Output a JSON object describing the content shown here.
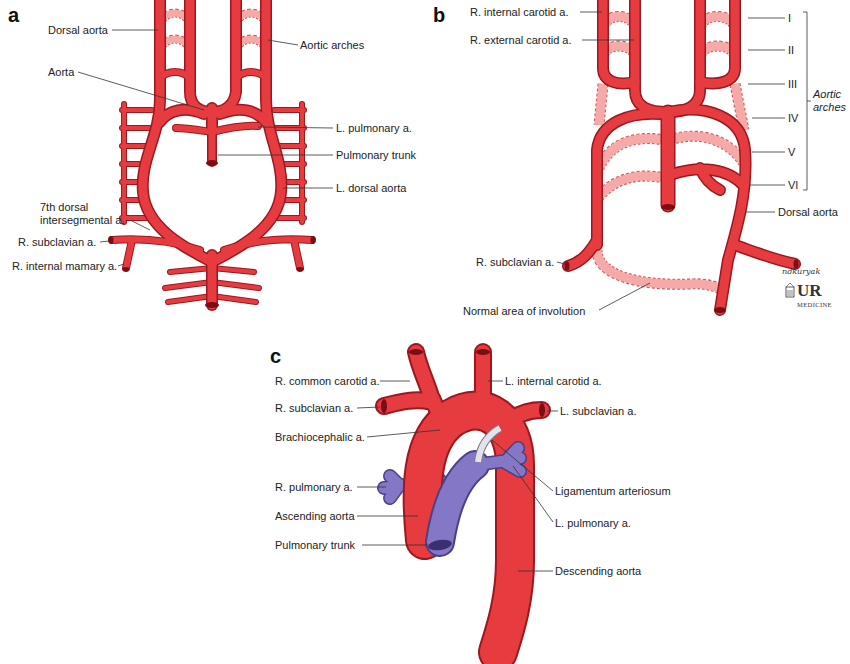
{
  "diagram": {
    "labels": [
      "a",
      "Dorsal aorta",
      "Aorta",
      "Aortic arches",
      "L. pulmonary a.",
      "Pulmonary trunk",
      "L. dorsal aorta",
      "7th dorsal intersegmental a.",
      "R. subclavian a.",
      "R. internal mamary a.",
      "b",
      "R. internal carotid a.",
      "R. external carotid a.",
      "I",
      "II",
      "III",
      "IV",
      "V",
      "VI",
      "Aortic arches",
      "Dorsal aorta",
      "R. subclavian a.",
      "Normal area of involution",
      "ndkuryak",
      "UR",
      "MEDICINE",
      "c",
      "R. common carotid a.",
      "L. internal carotid a.",
      "R. subclavian a.",
      "L. subclavian a.",
      "Brachiocephalic a.",
      "R. pulmonary a.",
      "Ligamentum arteriosum",
      "Ascending aorta",
      "L. pulmonary a.",
      "Pulmonary trunk",
      "Descending aorta"
    ]
  }
}
